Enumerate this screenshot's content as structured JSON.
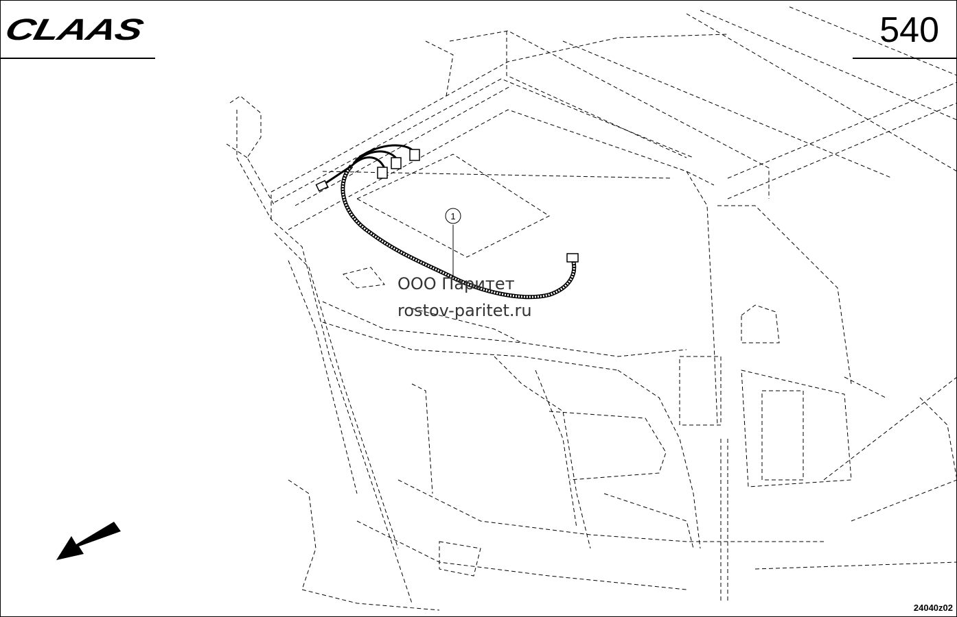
{
  "header": {
    "logo_text": "CLAAS",
    "page_number": "540"
  },
  "callouts": [
    {
      "label": "1"
    }
  ],
  "watermark": {
    "line1": "ООО Паритет",
    "line2": "rostov-paritet.ru"
  },
  "footer": {
    "drawing_number": "24040z02"
  },
  "icons": {
    "direction": "direction-arrow-icon"
  },
  "colors": {
    "ink": "#000000",
    "background": "#ffffff"
  }
}
